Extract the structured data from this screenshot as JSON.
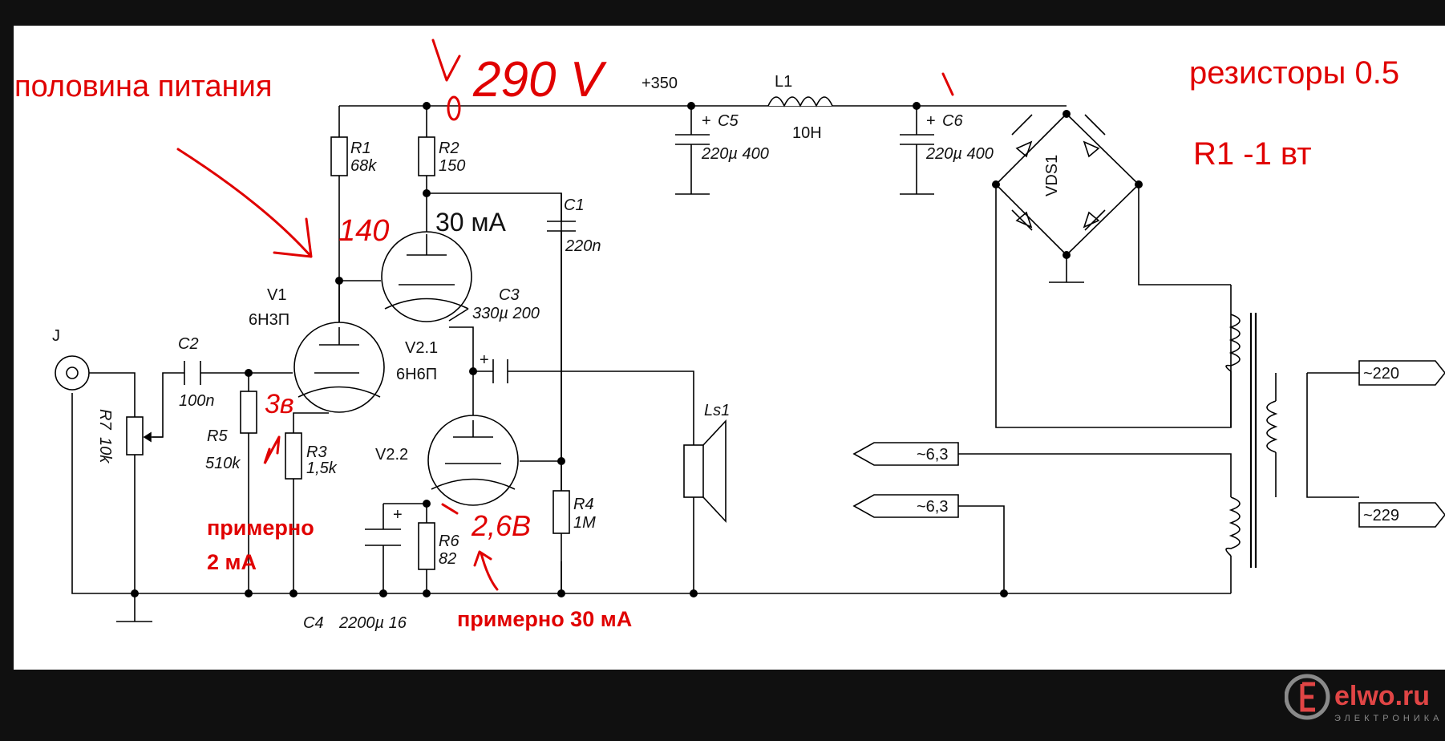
{
  "schematic": {
    "components": {
      "J": "J",
      "C2": "C2",
      "C2_val": "100n",
      "R7": "R7",
      "R7_val": "10k",
      "R5": "R5",
      "R5_val": "510k",
      "R3": "R3",
      "R3_val": "1,5k",
      "R1": "R1",
      "R1_val": "68k",
      "R2": "R2",
      "R2_val": "150",
      "V1": "V1",
      "V1_val": "6Н3П",
      "V21": "V2.1",
      "V21_val": "6Н6П",
      "V22": "V2.2",
      "C3": "C3",
      "C3_val": "330µ 200",
      "C1": "C1",
      "C1_val": "220n",
      "R4": "R4",
      "R4_val": "1M",
      "R6": "R6",
      "R6_val": "82",
      "C4": "C4",
      "C4_val": "2200µ 16",
      "Ls1": "Ls1",
      "C5": "C5",
      "C5_val": "220µ 400",
      "L1": "L1",
      "L1_val": "10H",
      "C6": "C6",
      "C6_val": "220µ 400",
      "VDS1": "VDS1",
      "plus350": "+350",
      "plus": "+",
      "t220": "~220",
      "t229": "~229",
      "h63a": "~6,3",
      "h63b": "~6,3"
    },
    "annotations": {
      "half_supply": "половина питания",
      "v290": "290 V",
      "v140": "140",
      "ma30": "30 мА",
      "v3": "3в",
      "v26": "2,6В",
      "approx2": "примерно",
      "approx2b": "2 мА",
      "approx30": "примерно 30 мА",
      "resistors": "резисторы 0.5",
      "r1w": "R1 -1 вт"
    }
  },
  "watermark": {
    "brand": "elwo.ru",
    "tagline": "ЭЛЕКТРОНИКА"
  }
}
